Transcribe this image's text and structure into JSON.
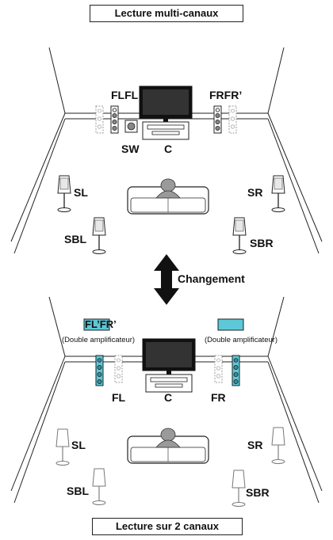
{
  "top_scene": {
    "title": "Lecture multi-canaux",
    "labels": {
      "fl_pair": "FLFL",
      "fr_pair": "FRFR’",
      "subwoofer": "SW",
      "center": "C",
      "surround_left": "SL",
      "surround_right": "SR",
      "surround_back_left": "SBL",
      "surround_back_right": "SBR"
    }
  },
  "switch": {
    "label": "Changement"
  },
  "bottom_scene": {
    "title": "Lecture sur 2 canaux",
    "labels": {
      "fl_box": "FL’FR’",
      "bi_amp_left": "(Double amplificateur)",
      "bi_amp_right": "(Double amplificateur)",
      "front_left": "FL",
      "center": "C",
      "front_right": "FR",
      "surround_left": "SL",
      "surround_right": "SR",
      "surround_back_left": "SBL",
      "surround_back_right": "SBR"
    }
  },
  "colors": {
    "highlight": "#5cc8d8",
    "line": "#222222",
    "light_speaker": "#cfcfcf"
  }
}
